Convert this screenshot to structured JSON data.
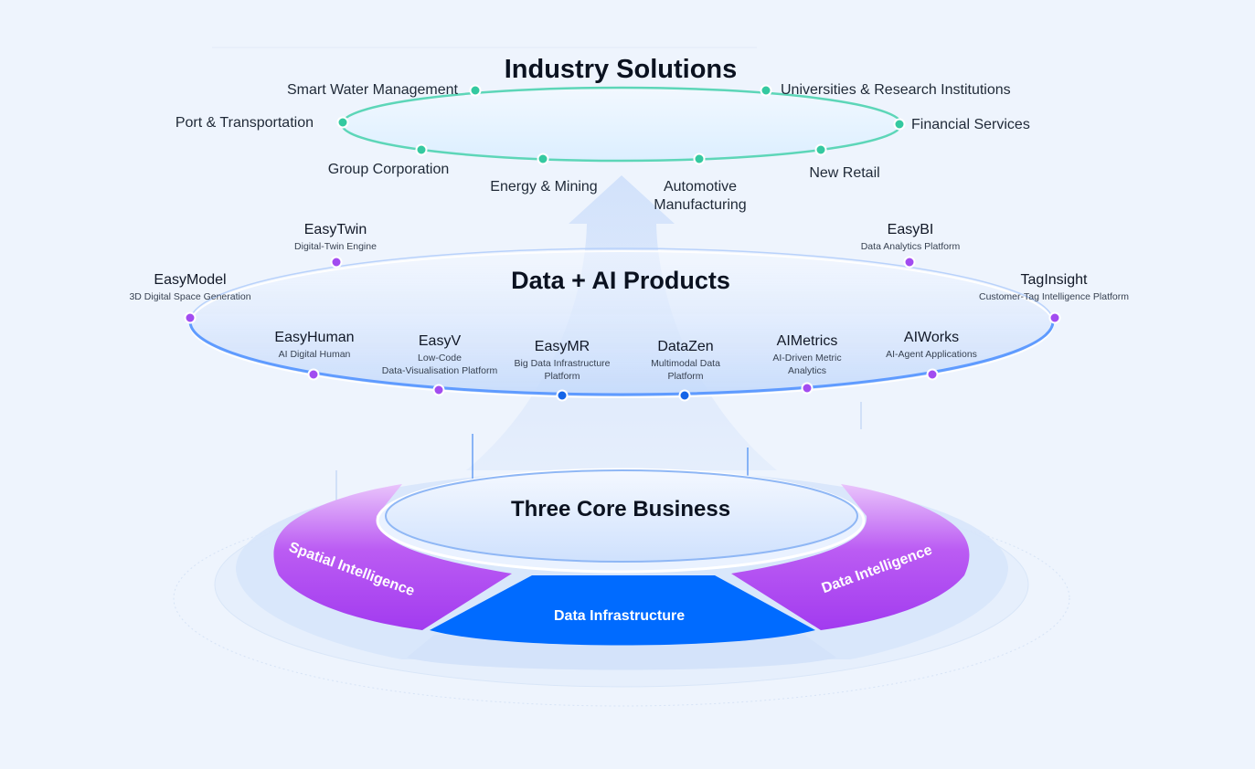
{
  "sections": {
    "industry_title": "Industry Solutions",
    "products_title": "Data + AI Products",
    "core_title": "Three Core Business"
  },
  "colors": {
    "industry_ring": "#5dd6b8",
    "industry_dot": "#34c9a0",
    "product_ring": "#6da5ff",
    "product_dot_purple": "#a24cf0",
    "product_dot_blue": "#1565e8",
    "core_purple": "#a43ff0",
    "core_blue": "#006bff"
  },
  "industries": [
    {
      "id": "smart-water",
      "lines": [
        "Smart Water Management"
      ]
    },
    {
      "id": "universities",
      "lines": [
        "Universities & Research Institutions"
      ]
    },
    {
      "id": "port",
      "lines": [
        "Port & Transportation"
      ]
    },
    {
      "id": "financial",
      "lines": [
        "Financial Services"
      ]
    },
    {
      "id": "group",
      "lines": [
        "Group Corporation"
      ]
    },
    {
      "id": "energy",
      "lines": [
        "Energy & Mining"
      ]
    },
    {
      "id": "automotive",
      "lines": [
        "Automotive",
        "Manufacturing"
      ]
    },
    {
      "id": "retail",
      "lines": [
        "New Retail"
      ]
    }
  ],
  "products": [
    {
      "id": "easytwin",
      "name": "EasyTwin",
      "desc": [
        "Digital-Twin Engine"
      ]
    },
    {
      "id": "easybi",
      "name": "EasyBI",
      "desc": [
        "Data Analytics Platform"
      ]
    },
    {
      "id": "easymodel",
      "name": "EasyModel",
      "desc": [
        "3D Digital Space Generation"
      ]
    },
    {
      "id": "taginsight",
      "name": "TagInsight",
      "desc": [
        "Customer-Tag Intelligence Platform"
      ]
    },
    {
      "id": "easyhuman",
      "name": "EasyHuman",
      "desc": [
        "AI Digital Human"
      ]
    },
    {
      "id": "easyv",
      "name": "EasyV",
      "desc": [
        "Low-Code",
        "Data-Visualisation Platform"
      ]
    },
    {
      "id": "easymr",
      "name": "EasyMR",
      "desc": [
        "Big Data Infrastructure",
        "Platform"
      ]
    },
    {
      "id": "datazen",
      "name": "DataZen",
      "desc": [
        "Multimodal Data",
        "Platform"
      ]
    },
    {
      "id": "aimetrics",
      "name": "AIMetrics",
      "desc": [
        "AI-Driven Metric",
        "Analytics"
      ]
    },
    {
      "id": "aiworks",
      "name": "AIWorks",
      "desc": [
        "AI-Agent Applications"
      ]
    }
  ],
  "core_business": [
    {
      "id": "spatial",
      "label": "Spatial Intelligence"
    },
    {
      "id": "datainfra",
      "label": "Data Infrastructure"
    },
    {
      "id": "dataint",
      "label": "Data Intelligence"
    }
  ]
}
